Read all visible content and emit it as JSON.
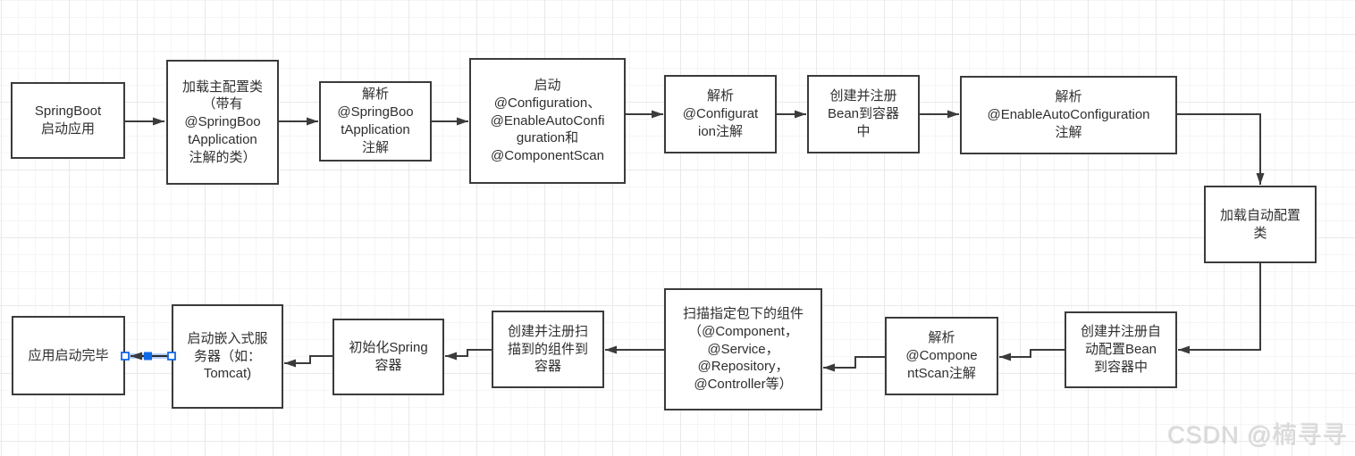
{
  "diagram_type": "flowchart",
  "nodes": [
    {
      "id": "springboot-start",
      "label": "SpringBoot\n启动应用"
    },
    {
      "id": "load-main-config",
      "label": "加载主配置类\n（带有\n@SpringBoo\ntApplication\n注解的类）"
    },
    {
      "id": "parse-springbootapplication",
      "label": "解析\n@SpringBoo\ntApplication\n注解"
    },
    {
      "id": "start-annotations",
      "label": "启动\n@Configuration、\n@EnableAutoConfi\nguration和\n@ComponentScan"
    },
    {
      "id": "parse-configuration",
      "label": "解析\n@Configurat\nion注解"
    },
    {
      "id": "register-bean",
      "label": "创建并注册\nBean到容器\n中"
    },
    {
      "id": "parse-enableautoconfiguration",
      "label": "解析\n@EnableAutoConfiguration\n注解"
    },
    {
      "id": "load-auto-config",
      "label": "加载自动配置\n类"
    },
    {
      "id": "register-auto-config-bean",
      "label": "创建并注册自\n动配置Bean\n到容器中"
    },
    {
      "id": "parse-componentscan",
      "label": "解析\n@Compone\nntScan注解"
    },
    {
      "id": "scan-components",
      "label": "扫描指定包下的组件\n（@Component，\n@Service，\n@Repository，\n@Controller等）"
    },
    {
      "id": "register-scanned-components",
      "label": "创建并注册扫\n描到的组件到\n容器"
    },
    {
      "id": "init-spring-container",
      "label": "初始化Spring\n容器"
    },
    {
      "id": "start-embedded-server",
      "label": "启动嵌入式服\n务器（如：\nTomcat)"
    },
    {
      "id": "app-started",
      "label": "应用启动完毕"
    }
  ],
  "connectors": [
    {
      "from": "springboot-start",
      "to": "load-main-config",
      "selected": false
    },
    {
      "from": "load-main-config",
      "to": "parse-springbootapplication",
      "selected": false
    },
    {
      "from": "parse-springbootapplication",
      "to": "start-annotations",
      "selected": false
    },
    {
      "from": "start-annotations",
      "to": "parse-configuration",
      "selected": false
    },
    {
      "from": "parse-configuration",
      "to": "register-bean",
      "selected": false
    },
    {
      "from": "register-bean",
      "to": "parse-enableautoconfiguration",
      "selected": false
    },
    {
      "from": "parse-enableautoconfiguration",
      "to": "load-auto-config",
      "selected": false
    },
    {
      "from": "load-auto-config",
      "to": "register-auto-config-bean",
      "selected": false
    },
    {
      "from": "register-auto-config-bean",
      "to": "parse-componentscan",
      "selected": false
    },
    {
      "from": "parse-componentscan",
      "to": "scan-components",
      "selected": false
    },
    {
      "from": "scan-components",
      "to": "register-scanned-components",
      "selected": false
    },
    {
      "from": "register-scanned-components",
      "to": "init-spring-container",
      "selected": false
    },
    {
      "from": "init-spring-container",
      "to": "start-embedded-server",
      "selected": false
    },
    {
      "from": "start-embedded-server",
      "to": "app-started",
      "selected": true
    }
  ],
  "watermark": {
    "text": "CSDN @楠寻寻"
  },
  "colors": {
    "background": "#ffffff",
    "node_fill": "#ffffff",
    "node_border": "#3b3b3b",
    "text": "#2f2f2f",
    "connector": "#3b3b3b",
    "selection": "#1269e6",
    "selection_halo": "#b3d1ff",
    "grid_minor": "#f5f5f5",
    "grid_major": "#e9e9e9",
    "watermark": "#d9d9d9"
  }
}
